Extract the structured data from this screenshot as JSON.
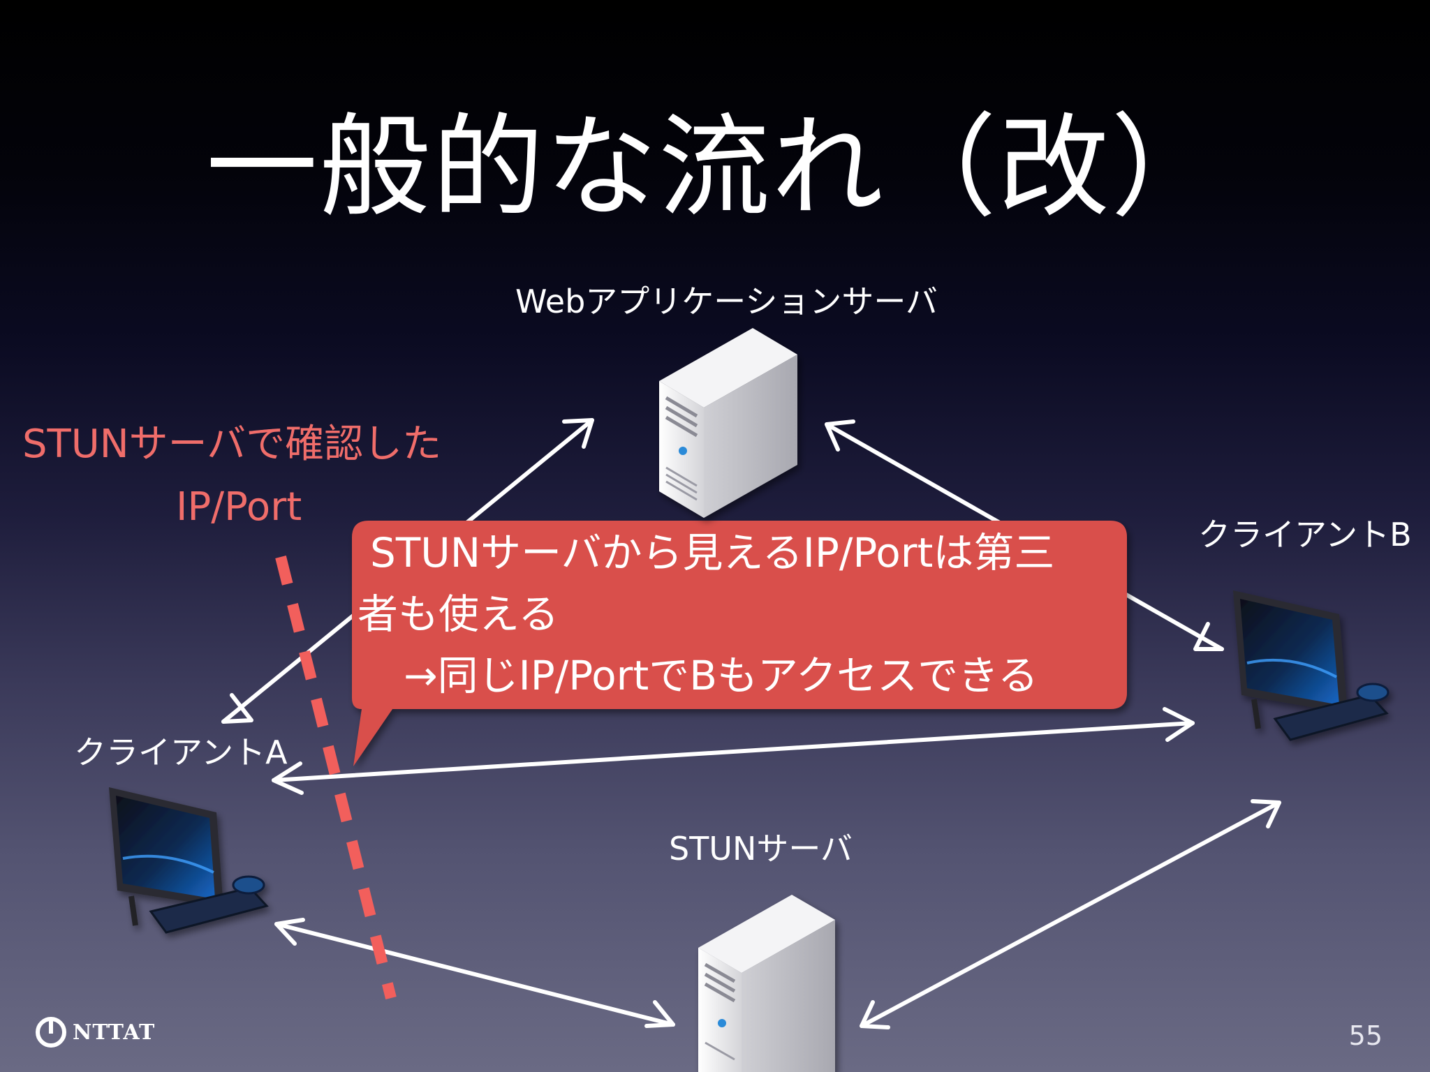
{
  "slide": {
    "title": "一般的な流れ（改）",
    "page_number": "55"
  },
  "nodes": {
    "web_server_label": "Webアプリケーションサーバ",
    "client_a_label": "クライアントA",
    "client_b_label": "クライアントB",
    "stun_server_label": "STUNサーバ"
  },
  "annotation": {
    "line1": "STUNサーバで確認した",
    "line2": "IP/Port"
  },
  "callout": {
    "line1": "STUNサーバから見えるIP/Portは第三",
    "line2": "者も使える",
    "line3": "→同じIP/PortでBもアクセスできる"
  },
  "logo": {
    "text": "NTTAT"
  },
  "colors": {
    "arrow": "#ffffff",
    "dashed_line": "#f25f5c",
    "callout_fill": "#d9504c",
    "annotation_text": "#f06d6a"
  }
}
